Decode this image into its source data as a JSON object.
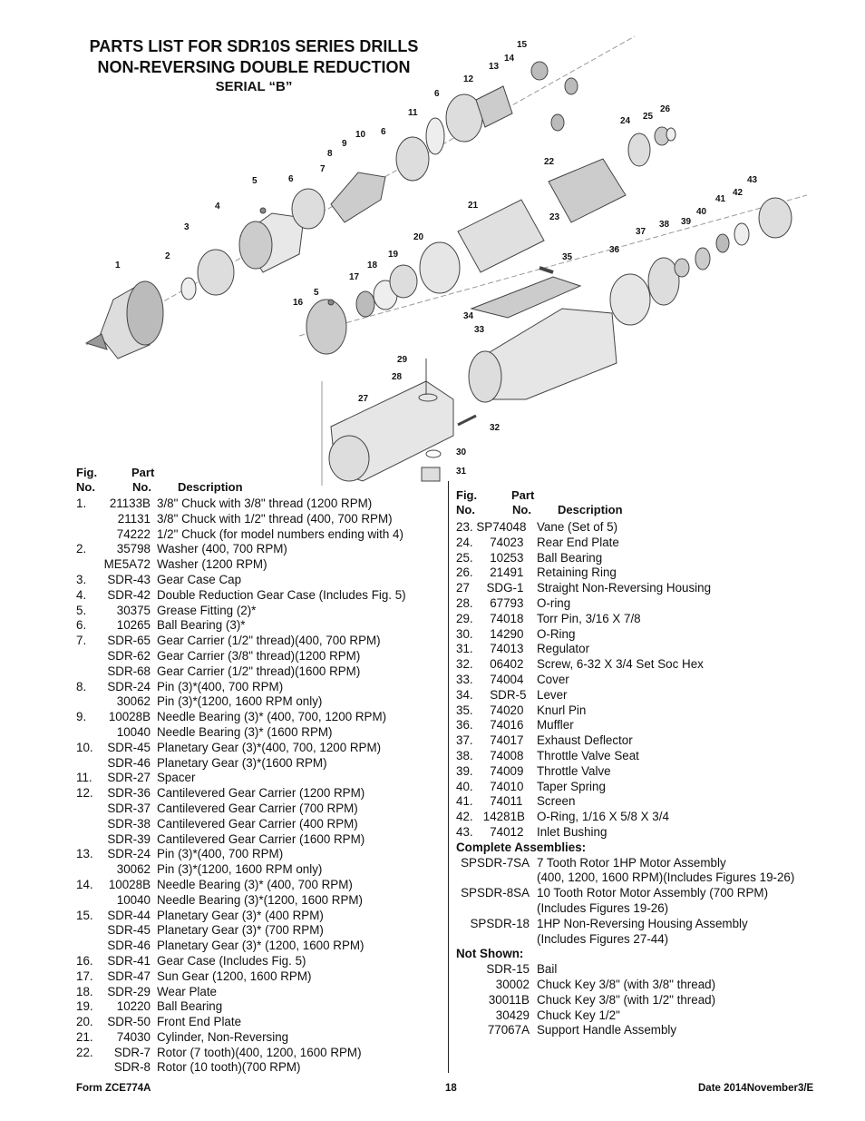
{
  "title": {
    "line1": "PARTS LIST FOR SDR10S SERIES DRILLS",
    "line2": "NON-REVERSING DOUBLE REDUCTION",
    "line3": "SERIAL “B”"
  },
  "diagram_labels": [
    "1",
    "2",
    "3",
    "4",
    "5",
    "6",
    "7",
    "8",
    "9",
    "10",
    "6",
    "11",
    "6",
    "12",
    "13",
    "14",
    "15",
    "24",
    "25",
    "26",
    "22",
    "21",
    "23",
    "43",
    "42",
    "41",
    "40",
    "39",
    "38",
    "37",
    "36",
    "35",
    "20",
    "19",
    "18",
    "17",
    "5",
    "16",
    "34",
    "33",
    "29",
    "28",
    "27",
    "32",
    "30",
    "31"
  ],
  "left_header": {
    "fig": "Fig.",
    "no1": "No.",
    "part": "Part",
    "no2": "No.",
    "desc": "Description"
  },
  "right_header": {
    "fig": "Fig.",
    "no1": "No.",
    "part": "Part",
    "no2": "No.",
    "desc": "Description"
  },
  "left_rows": [
    {
      "fig": "1.",
      "part": "21133B",
      "desc": "3/8\" Chuck with 3/8\" thread (1200 RPM)"
    },
    {
      "fig": "",
      "part": "21131",
      "desc": "3/8\" Chuck with 1/2\" thread (400, 700 RPM)"
    },
    {
      "fig": "",
      "part": "74222",
      "desc": "1/2\" Chuck (for model numbers ending with 4)"
    },
    {
      "fig": "2.",
      "part": "35798",
      "desc": "Washer (400, 700 RPM)"
    },
    {
      "fig": "",
      "part": "ME5A72",
      "desc": "Washer (1200 RPM)"
    },
    {
      "fig": "3.",
      "part": "SDR-43",
      "desc": "Gear Case Cap"
    },
    {
      "fig": "4.",
      "part": "SDR-42",
      "desc": "Double Reduction Gear Case (Includes Fig. 5)"
    },
    {
      "fig": "5.",
      "part": "30375",
      "desc": "Grease Fitting (2)*"
    },
    {
      "fig": "6.",
      "part": "10265",
      "desc": "Ball Bearing (3)*"
    },
    {
      "fig": "7.",
      "part": "SDR-65",
      "desc": "Gear Carrier (1/2\" thread)(400, 700 RPM)"
    },
    {
      "fig": "",
      "part": "SDR-62",
      "desc": "Gear Carrier (3/8\" thread)(1200 RPM)"
    },
    {
      "fig": "",
      "part": "SDR-68",
      "desc": "Gear Carrier (1/2\" thread)(1600 RPM)"
    },
    {
      "fig": "8.",
      "part": "SDR-24",
      "desc": "Pin (3)*(400, 700 RPM)"
    },
    {
      "fig": "",
      "part": "30062",
      "desc": "Pin (3)*(1200, 1600 RPM only)"
    },
    {
      "fig": "9.",
      "part": "10028B",
      "desc": "Needle Bearing (3)* (400, 700, 1200 RPM)"
    },
    {
      "fig": "",
      "part": "10040",
      "desc": "Needle Bearing (3)* (1600 RPM)"
    },
    {
      "fig": "10.",
      "part": "SDR-45",
      "desc": "Planetary Gear (3)*(400, 700, 1200 RPM)"
    },
    {
      "fig": "",
      "part": "SDR-46",
      "desc": "Planetary Gear (3)*(1600 RPM)"
    },
    {
      "fig": "11.",
      "part": "SDR-27",
      "desc": "Spacer"
    },
    {
      "fig": "12.",
      "part": "SDR-36",
      "desc": "Cantilevered Gear Carrier (1200 RPM)"
    },
    {
      "fig": "",
      "part": "SDR-37",
      "desc": "Cantilevered Gear Carrier (700 RPM)"
    },
    {
      "fig": "",
      "part": "SDR-38",
      "desc": "Cantilevered Gear Carrier (400 RPM)"
    },
    {
      "fig": "",
      "part": "SDR-39",
      "desc": "Cantilevered Gear Carrier (1600 RPM)"
    },
    {
      "fig": "13.",
      "part": "SDR-24",
      "desc": "Pin (3)*(400, 700 RPM)"
    },
    {
      "fig": "",
      "part": "30062",
      "desc": "Pin (3)*(1200, 1600 RPM only)"
    },
    {
      "fig": "14.",
      "part": "10028B",
      "desc": "Needle Bearing (3)* (400, 700 RPM)"
    },
    {
      "fig": "",
      "part": "10040",
      "desc": "Needle Bearing (3)*(1200, 1600 RPM)"
    },
    {
      "fig": "15.",
      "part": "SDR-44",
      "desc": "Planetary Gear (3)* (400 RPM)"
    },
    {
      "fig": "",
      "part": "SDR-45",
      "desc": "Planetary Gear (3)* (700 RPM)"
    },
    {
      "fig": "",
      "part": "SDR-46",
      "desc": "Planetary Gear (3)* (1200, 1600 RPM)"
    },
    {
      "fig": "16.",
      "part": "SDR-41",
      "desc": "Gear Case (Includes Fig. 5)"
    },
    {
      "fig": "17.",
      "part": "SDR-47",
      "desc": "Sun Gear (1200, 1600 RPM)"
    },
    {
      "fig": "18.",
      "part": "SDR-29",
      "desc": "Wear Plate"
    },
    {
      "fig": "19.",
      "part": "10220",
      "desc": "Ball Bearing"
    },
    {
      "fig": "20.",
      "part": "SDR-50",
      "desc": "Front End Plate"
    },
    {
      "fig": "21.",
      "part": "74030",
      "desc": "Cylinder, Non-Reversing"
    },
    {
      "fig": "22.",
      "part": "SDR-7",
      "desc": "Rotor (7 tooth)(400, 1200, 1600 RPM)"
    },
    {
      "fig": "",
      "part": "SDR-8",
      "desc": "Rotor (10 tooth)(700 RPM)"
    }
  ],
  "right_rows": [
    {
      "fig": "23. SP74048",
      "desc": "Vane (Set of 5)"
    },
    {
      "fig": "24.     74023",
      "desc": "Rear End Plate"
    },
    {
      "fig": "25.     10253",
      "desc": "Ball Bearing"
    },
    {
      "fig": "26.     21491",
      "desc": "Retaining Ring"
    },
    {
      "fig": "27     SDG-1",
      "desc": "Straight Non-Reversing Housing"
    },
    {
      "fig": "28.     67793",
      "desc": "O-ring"
    },
    {
      "fig": "29.     74018",
      "desc": "Torr Pin, 3/16 X 7/8"
    },
    {
      "fig": "30.     14290",
      "desc": "O-Ring"
    },
    {
      "fig": "31.     74013",
      "desc": "Regulator"
    },
    {
      "fig": "32.     06402",
      "desc": "Screw, 6-32 X 3/4 Set Soc Hex"
    },
    {
      "fig": "33.     74004",
      "desc": "Cover"
    },
    {
      "fig": "34.     SDR-5",
      "desc": "Lever"
    },
    {
      "fig": "35.     74020",
      "desc": "Knurl Pin"
    },
    {
      "fig": "36.     74016",
      "desc": "Muffler"
    },
    {
      "fig": "37.     74017",
      "desc": "Exhaust Deflector"
    },
    {
      "fig": "38.     74008",
      "desc": "Throttle Valve Seat"
    },
    {
      "fig": "39.     74009",
      "desc": "Throttle Valve"
    },
    {
      "fig": "40.     74010",
      "desc": "Taper Spring"
    },
    {
      "fig": "41.     74011",
      "desc": "Screen"
    },
    {
      "fig": "42.   14281B",
      "desc": "O-Ring, 1/16 X 5/8 X 3/4"
    },
    {
      "fig": "43.     74012",
      "desc": "Inlet Bushing"
    }
  ],
  "complete_assemblies": {
    "heading": "Complete Assemblies:",
    "rows": [
      {
        "part": "SPSDR-7SA",
        "desc": "7 Tooth Rotor 1HP Motor Assembly"
      },
      {
        "part": "",
        "desc": "(400, 1200, 1600 RPM)(Includes Figures 19-26)"
      },
      {
        "part": "SPSDR-8SA",
        "desc": "10 Tooth Rotor Motor Assembly (700 RPM)"
      },
      {
        "part": "",
        "desc": "(Includes Figures 19-26)"
      },
      {
        "part": "SPSDR-18",
        "desc": "1HP Non-Reversing Housing Assembly"
      },
      {
        "part": "",
        "desc": "(Includes Figures 27-44)"
      }
    ]
  },
  "not_shown": {
    "heading": "Not Shown:",
    "rows": [
      {
        "part": "SDR-15",
        "desc": "Bail"
      },
      {
        "part": "30002",
        "desc": "Chuck Key 3/8\" (with 3/8\" thread)"
      },
      {
        "part": "30011B",
        "desc": "Chuck Key 3/8\" (with 1/2\" thread)"
      },
      {
        "part": "30429",
        "desc": "Chuck Key 1/2\""
      },
      {
        "part": "77067A",
        "desc": "Support Handle Assembly"
      }
    ]
  },
  "footer": {
    "form": "Form ZCE774A",
    "page": "18",
    "date": "Date 2014November3/E"
  }
}
